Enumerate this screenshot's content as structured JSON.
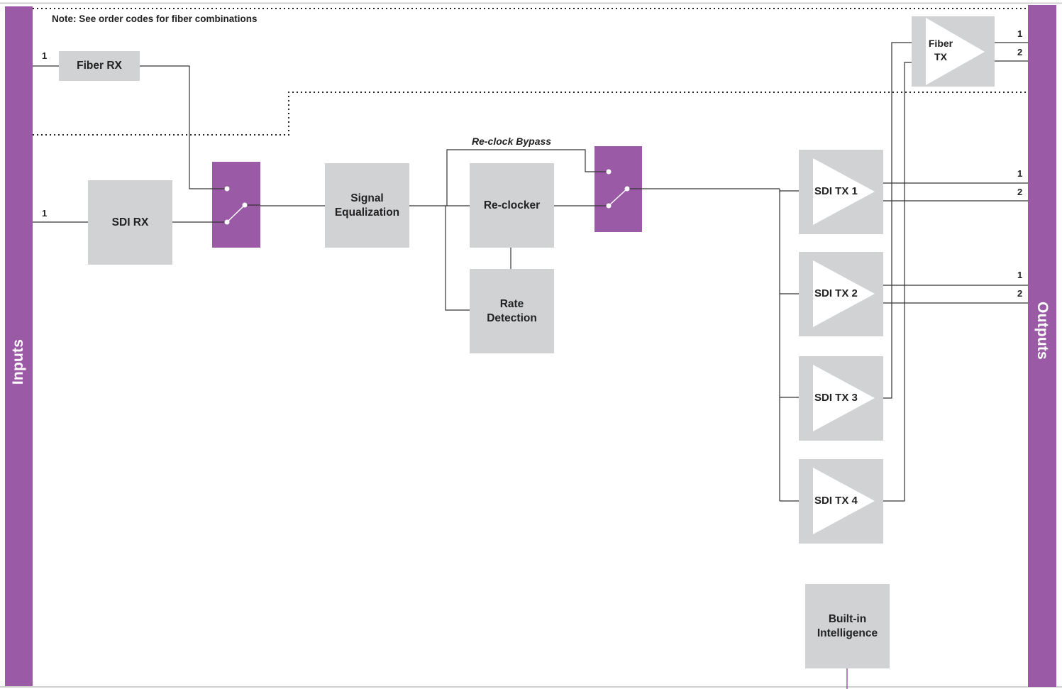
{
  "note": "Note:  See order codes for fiber combinations",
  "bars": {
    "inputs": "Inputs",
    "outputs": "Outputs"
  },
  "blocks": {
    "fiber_rx": "Fiber RX",
    "sdi_rx": "SDI  RX",
    "signal_eq": "Signal\nEqualization",
    "reclocker": "Re-clocker",
    "rate_detection": "Rate\nDetection",
    "built_in": "Built-in\nIntelligence",
    "fiber_tx": "Fiber\nTX",
    "sdi_tx_1": "SDI TX 1",
    "sdi_tx_2": "SDI TX 2",
    "sdi_tx_3": "SDI TX 3",
    "sdi_tx_4": "SDI TX 4"
  },
  "labels": {
    "reclock_bypass": "Re-clock Bypass"
  },
  "ports": {
    "fiber_rx_in": "1",
    "sdi_rx_in": "1",
    "fiber_tx_out": [
      "1",
      "2"
    ],
    "sdi_tx1_out": [
      "1",
      "2"
    ],
    "sdi_tx2_out": [
      "1",
      "2"
    ]
  },
  "colors": {
    "accent": "#9b5aa6",
    "block": "#d1d2d4",
    "line": "#333333"
  }
}
